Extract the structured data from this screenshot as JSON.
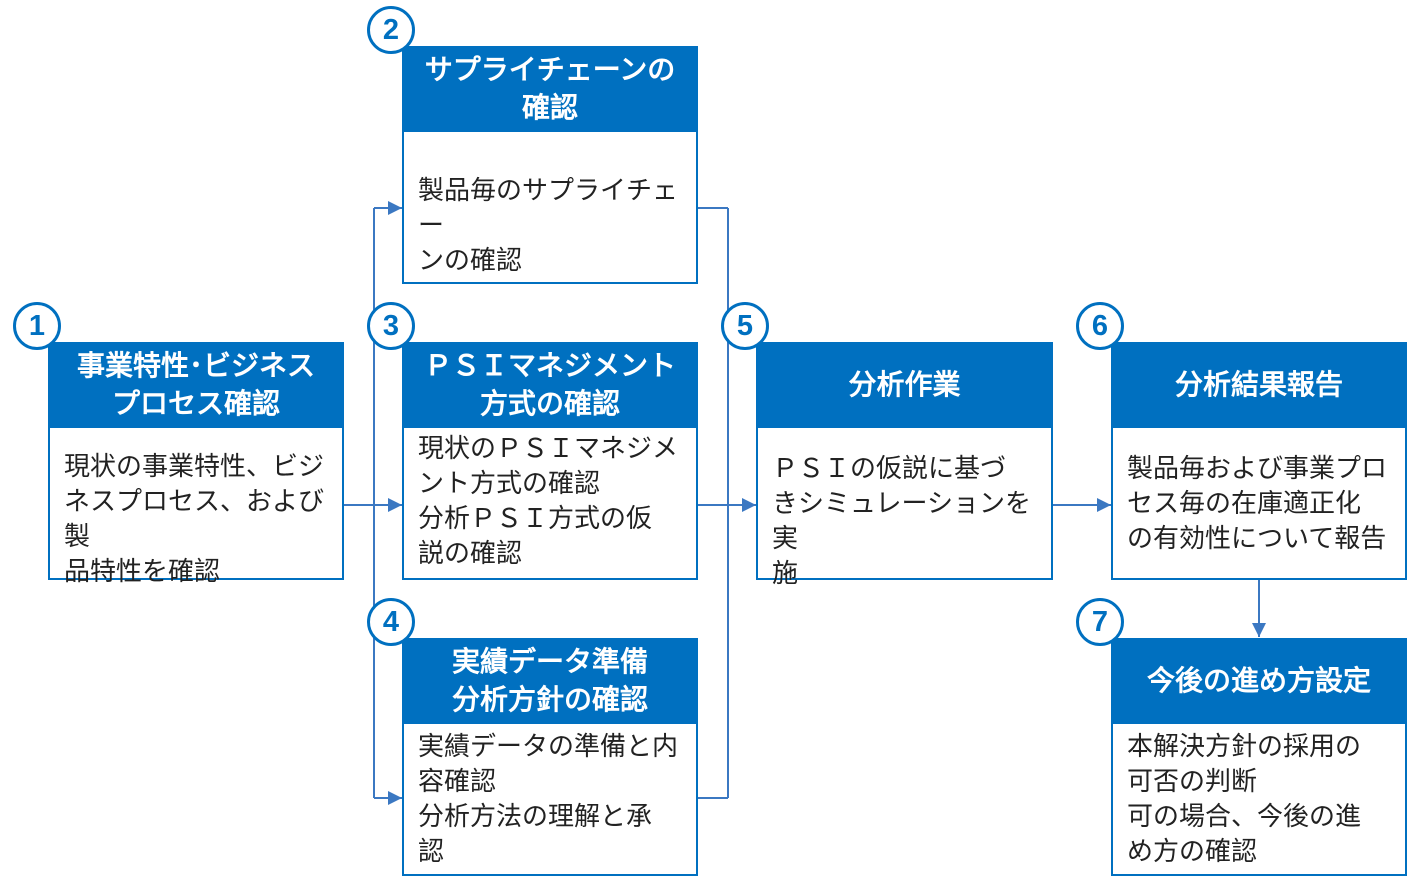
{
  "colors": {
    "accent": "#0070C0",
    "text": "#222222"
  },
  "steps": [
    {
      "number": "1",
      "title": "事業特性･ビジネス\nプロセス確認",
      "body": "現状の事業特性、ビジ\nネスプロセス、および製\n品特性を確認"
    },
    {
      "number": "2",
      "title": "サプライチェーンの\n確認",
      "body": "製品毎のサプライチェー\nンの確認"
    },
    {
      "number": "3",
      "title": "ＰＳＩマネジメント\n方式の確認",
      "body": "現状のＰＳＩマネジメ\nント方式の確認\n分析ＰＳＩ方式の仮\n説の確認"
    },
    {
      "number": "4",
      "title": "実績データ準備\n分析方針の確認",
      "body": "実績データの準備と内\n容確認\n分析方法の理解と承\n認"
    },
    {
      "number": "5",
      "title": "分析作業",
      "body": "ＰＳＩの仮説に基づ\nきシミュレーションを実\n施"
    },
    {
      "number": "6",
      "title": "分析結果報告",
      "body": "製品毎および事業プロ\nセス毎の在庫適正化\nの有効性について報告"
    },
    {
      "number": "7",
      "title": "今後の進め方設定",
      "body": "本解決方針の採用の\n可否の判断\n可の場合、今後の進\nめ方の確認"
    }
  ]
}
